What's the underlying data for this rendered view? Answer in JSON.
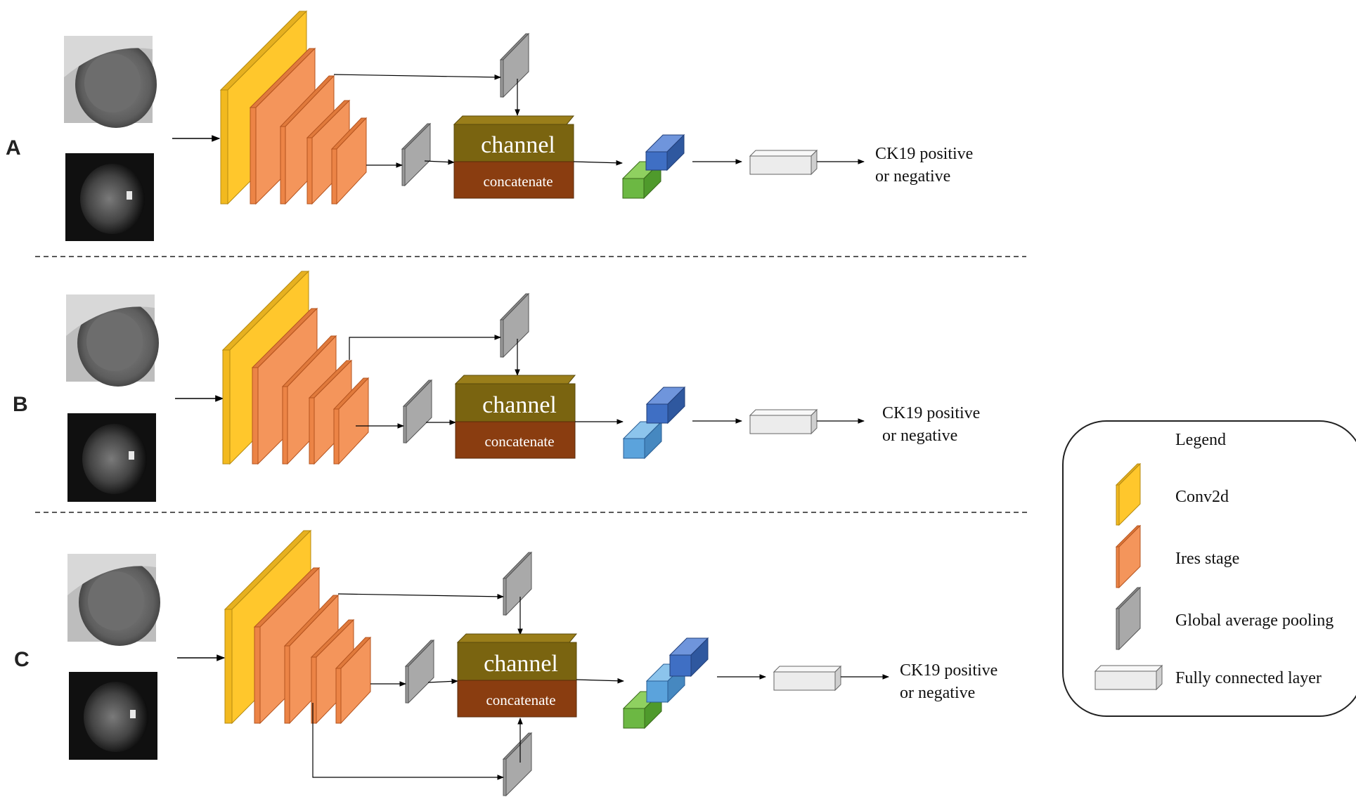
{
  "panels": [
    {
      "label": "A",
      "channel": "channel",
      "concat": "concatenate",
      "output_line1": "CK19 positive",
      "output_line2": "or negative",
      "feature_blocks": [
        "green-cube",
        "blue-cube"
      ]
    },
    {
      "label": "B",
      "channel": "channel",
      "concat": "concatenate",
      "output_line1": "CK19 positive",
      "output_line2": "or negative",
      "feature_blocks": [
        "lightblue-cube",
        "blue-cube"
      ]
    },
    {
      "label": "C",
      "channel": "channel",
      "concat": "concatenate",
      "output_line1": "CK19 positive",
      "output_line2": "or negative",
      "feature_blocks": [
        "green-cube",
        "lightblue-cube",
        "blue-cube"
      ]
    }
  ],
  "legend": {
    "title": "Legend",
    "items": [
      {
        "label": "Conv2d",
        "icon": "yellow-slab-icon"
      },
      {
        "label": "Ires stage",
        "icon": "orange-slab-icon"
      },
      {
        "label": "Global average pooling",
        "icon": "gray-slab-icon"
      },
      {
        "label": "Fully connected layer",
        "icon": "white-box-icon"
      }
    ]
  },
  "colors": {
    "conv2d": "#ffc72c",
    "ires": "#f4955b",
    "gap": "#a9a9a9",
    "fc": "#ececec",
    "channel_top": "#7a6410",
    "channel_bottom": "#8a3d10",
    "green": "#6cb843",
    "blue": "#3f6fc4",
    "lightblue": "#5ba3dc"
  }
}
